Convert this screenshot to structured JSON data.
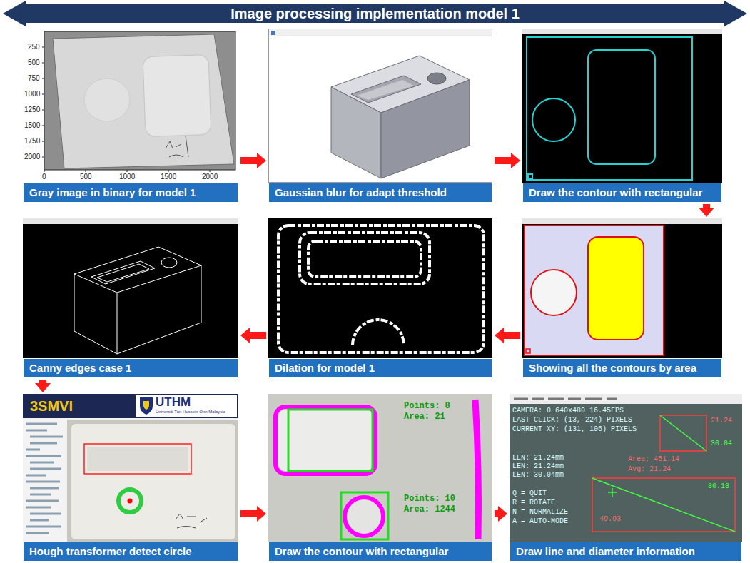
{
  "diagram": {
    "title": "Image processing implementation model 1",
    "nodes": [
      {
        "text": [
          "Gray image in binary for model 1"
        ]
      },
      {
        "text": [
          "Gaussian blur for adapt threshold"
        ]
      },
      {
        "text": [
          "Draw the contour with rectangular"
        ]
      },
      {
        "text": [
          "Canny edges case 1"
        ]
      },
      {
        "text": [
          "Dilation for model 1"
        ]
      },
      {
        "text": [
          "Showing all the contours by area"
        ]
      },
      {
        "text": [
          "Hough transformer detect circle"
        ]
      },
      {
        "text": [
          "Draw the contour with rectangular"
        ]
      },
      {
        "text": [
          "Draw line and diameter information"
        ]
      }
    ],
    "edges": [
      {
        "from": 0,
        "to": 1,
        "arrow": "to"
      },
      {
        "from": 1,
        "to": 2,
        "arrow": "to"
      },
      {
        "from": 2,
        "to": 5,
        "arrow": "to"
      },
      {
        "from": 5,
        "to": 4,
        "arrow": "to"
      },
      {
        "from": 4,
        "to": 3,
        "arrow": "to"
      },
      {
        "from": 3,
        "to": 6,
        "arrow": "to"
      },
      {
        "from": 6,
        "to": 7,
        "arrow": "to"
      },
      {
        "from": 7,
        "to": 8,
        "arrow": "to"
      }
    ],
    "labels": [
      "250",
      "500",
      "750",
      "1000",
      "1250",
      "1500",
      "1750",
      "2000",
      "0",
      "500",
      "1000",
      "1500",
      "2000",
      "3SMVI",
      "UTHM",
      "Universiti Tun Hussein Onn Malaysia",
      "Points: 8",
      "Area: 21",
      "Points: 10",
      "Area: 1244",
      "CAMERA: 0 640x480 16.45FPS",
      "LAST CLICK: (13, 224) PIXELS",
      "CURRENT XY: (131, 106) PIXELS",
      "21.24",
      "30.04",
      "LEN: 21.24mm",
      "LEN: 21.24mm",
      "LEN: 30.04mm",
      "Area: 451.14",
      "Avg: 21.24",
      "Q = QUIT",
      "R = ROTATE",
      "N = NORMALIZE",
      "A = AUTO-MODE",
      "49.93",
      "80.18"
    ]
  }
}
